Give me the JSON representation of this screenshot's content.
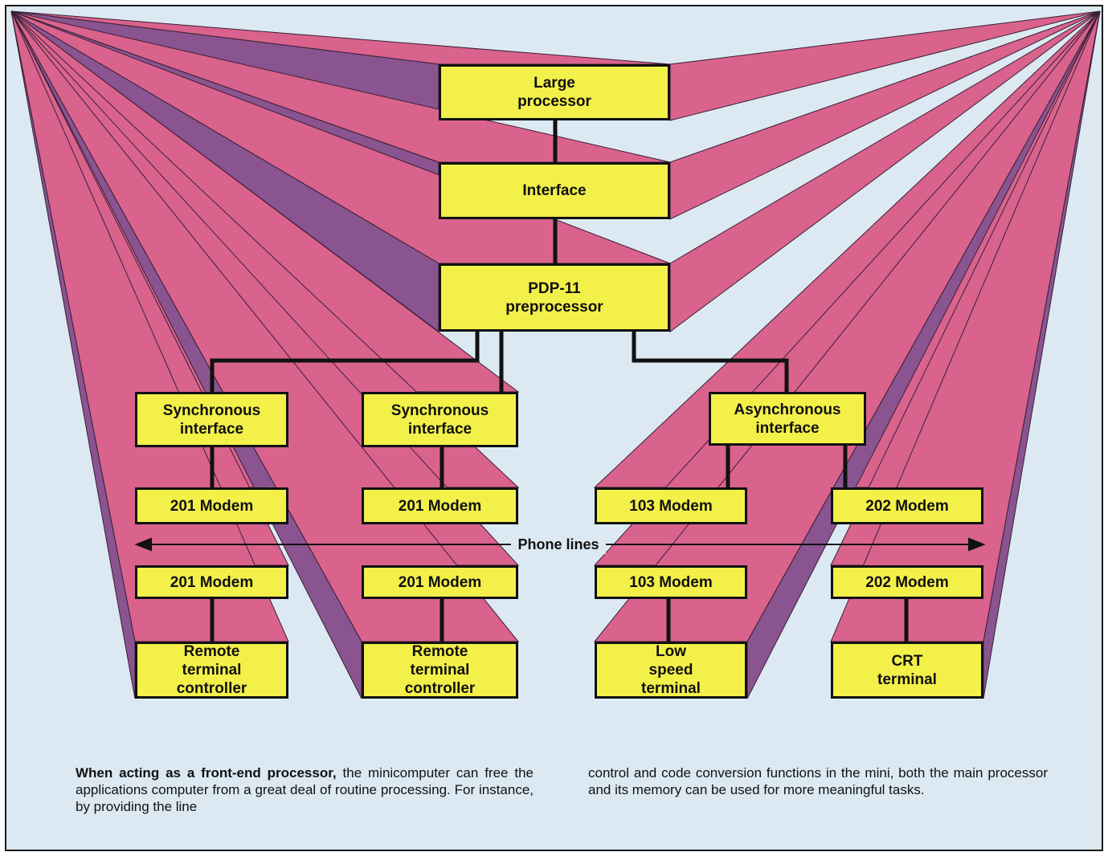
{
  "diagram": {
    "nodes": {
      "large_processor": "Large\nprocessor",
      "interface": "Interface",
      "pdp11": "PDP-11\npreprocessor",
      "sync_interface_1": "Synchronous\ninterface",
      "sync_interface_2": "Synchronous\ninterface",
      "async_interface": "Asynchronous\ninterface",
      "modem_201_a_top": "201 Modem",
      "modem_201_b_top": "201 Modem",
      "modem_103_top": "103 Modem",
      "modem_202_top": "202 Modem",
      "modem_201_a_bottom": "201 Modem",
      "modem_201_b_bottom": "201 Modem",
      "modem_103_bottom": "103 Modem",
      "modem_202_bottom": "202 Modem",
      "remote_terminal_1": "Remote\nterminal\ncontroller",
      "remote_terminal_2": "Remote\nterminal\ncontroller",
      "low_speed_terminal": "Low\nspeed\nterminal",
      "crt_terminal": "CRT\nterminal"
    },
    "phone_lines_label": "Phone lines",
    "colors": {
      "background": "#dce9f2",
      "box_fill": "#f3f04a",
      "ray_pink": "#d9638d",
      "ray_purple": "#8a5490",
      "line": "#111111"
    }
  },
  "caption": {
    "lead": "When acting as a front-end processor,",
    "col1_rest": " the minicomputer can free the applications computer from a great deal of routine processing. For instance, by providing the line",
    "col2": "control and code conversion functions in the mini, both the main processor and its memory can be used for more meaningful tasks."
  }
}
